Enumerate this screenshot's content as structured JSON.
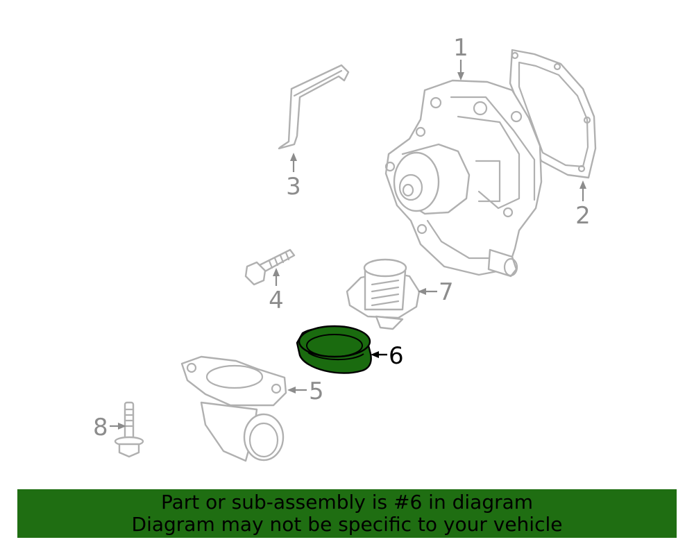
{
  "diagram": {
    "highlight_color": "#1a6b0f",
    "part_line_color": "#b0b0b0",
    "callouts": {
      "c1": "1",
      "c2": "2",
      "c3": "3",
      "c4": "4",
      "c5": "5",
      "c6": "6",
      "c7": "7",
      "c8": "8"
    }
  },
  "banner": {
    "color": "#1f6e12",
    "line1": "Part or sub-assembly is #6 in diagram",
    "line2": "Diagram may not be specific to your vehicle"
  }
}
